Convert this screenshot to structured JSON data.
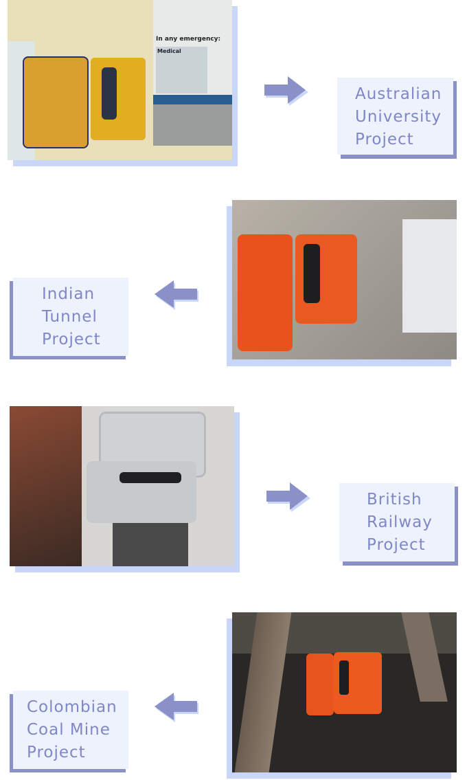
{
  "projects": [
    {
      "lines": [
        "Australian",
        "University",
        "Project"
      ],
      "arrow": "arrow-right-icon",
      "photo": "yellow-emergency-phone-wall"
    },
    {
      "lines": [
        "Indian",
        "Tunnel",
        "Project"
      ],
      "arrow": "arrow-left-icon",
      "photo": "orange-phone-tunnel-wall"
    },
    {
      "lines": [
        "British",
        "Railway",
        "Project"
      ],
      "arrow": "arrow-right-icon",
      "photo": "grey-phone-railway"
    },
    {
      "lines": [
        "Colombian",
        "Coal Mine",
        "Project"
      ],
      "arrow": "arrow-left-icon",
      "photo": "orange-phone-coal-mine"
    }
  ],
  "photo_text": {
    "poster_heading": "In any emergency:",
    "poster_section": "Medical"
  },
  "colors": {
    "label_text": "#7f87c6",
    "label_bg": "#eef2fd",
    "label_shadow": "#8a90c8",
    "photo_shadow": "#c9d6f7",
    "arrow": "#8a90c8"
  }
}
